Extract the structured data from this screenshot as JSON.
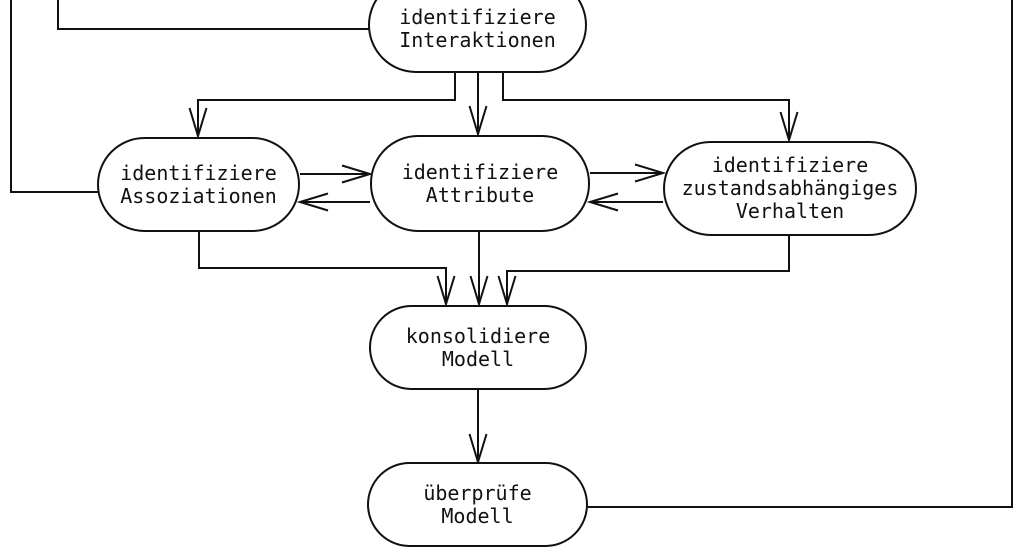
{
  "diagram": {
    "title": "",
    "background_color": "#ffffff",
    "stroke_color": "#111111",
    "nodes": {
      "interaktionen": {
        "label": "identifiziere\nInteraktionen"
      },
      "assoziationen": {
        "label": "identifiziere\nAssoziationen"
      },
      "attribute": {
        "label": "identifiziere\nAttribute"
      },
      "verhalten": {
        "label": "identifiziere\nzustandsabhängiges\nVerhalten"
      },
      "konsolidiere": {
        "label": "konsolidiere\nModell"
      },
      "ueberpruefe": {
        "label": "überprüfe\nModell"
      }
    },
    "edges": [
      {
        "from": "offscreen-top",
        "to": "identifiziere Assoziationen",
        "style": "plain"
      },
      {
        "from": "offscreen-top",
        "to": "identifiziere Interaktionen",
        "style": "plain"
      },
      {
        "from": "identifiziere Interaktionen",
        "to": "identifiziere Assoziationen",
        "style": "arrow"
      },
      {
        "from": "identifiziere Interaktionen",
        "to": "identifiziere Attribute",
        "style": "arrow"
      },
      {
        "from": "identifiziere Interaktionen",
        "to": "identifiziere zustandsabhängiges Verhalten",
        "style": "arrow"
      },
      {
        "from": "identifiziere Assoziationen",
        "to": "identifiziere Attribute",
        "style": "arrow"
      },
      {
        "from": "identifiziere Attribute",
        "to": "identifiziere Assoziationen",
        "style": "arrow"
      },
      {
        "from": "identifiziere Attribute",
        "to": "identifiziere zustandsabhängiges Verhalten",
        "style": "arrow"
      },
      {
        "from": "identifiziere zustandsabhängiges Verhalten",
        "to": "identifiziere Attribute",
        "style": "arrow"
      },
      {
        "from": "identifiziere Assoziationen",
        "to": "konsolidiere Modell",
        "style": "arrow"
      },
      {
        "from": "identifiziere Attribute",
        "to": "konsolidiere Modell",
        "style": "arrow"
      },
      {
        "from": "identifiziere zustandsabhängiges Verhalten",
        "to": "konsolidiere Modell",
        "style": "arrow"
      },
      {
        "from": "konsolidiere Modell",
        "to": "überprüfe Modell",
        "style": "arrow"
      },
      {
        "from": "überprüfe Modell",
        "to": "offscreen-top",
        "style": "plain"
      }
    ]
  }
}
